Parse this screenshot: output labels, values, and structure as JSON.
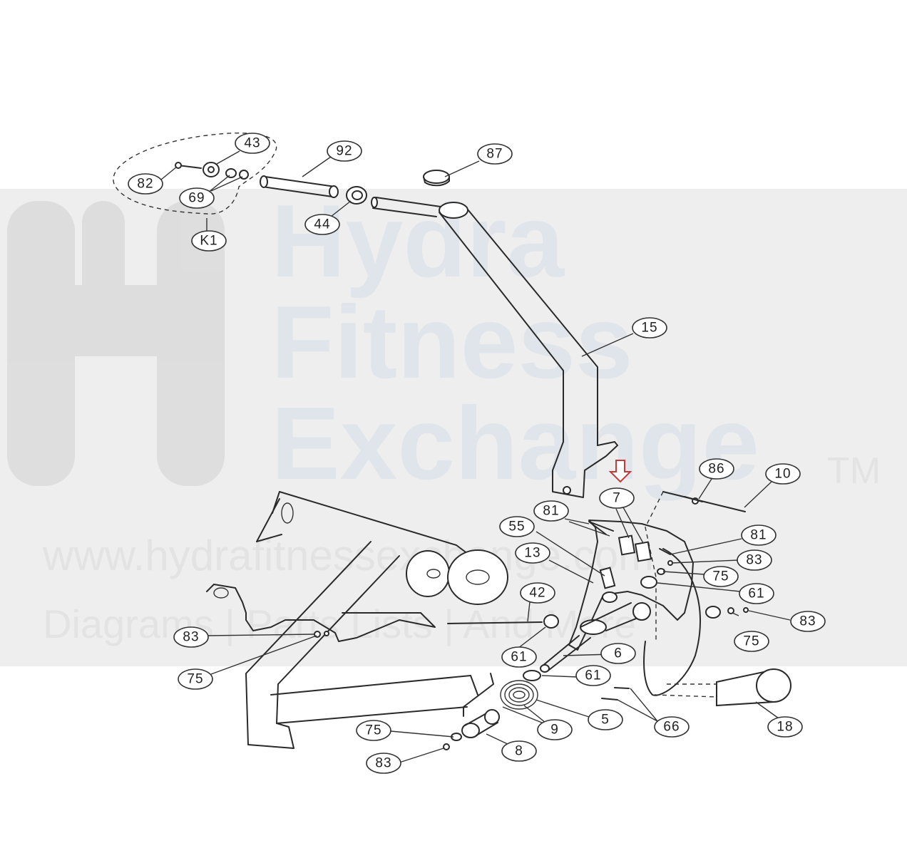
{
  "watermark": {
    "line1": "Hydra",
    "line2": "Fitness",
    "line3": "Exchange",
    "trademark": "TM",
    "url": "www.hydrafitnessexchange.com",
    "tagline": "Diagrams | Parts Lists | And More"
  },
  "highlighted_part": "7",
  "callouts": [
    {
      "label": "43"
    },
    {
      "label": "92"
    },
    {
      "label": "87"
    },
    {
      "label": "82"
    },
    {
      "label": "69"
    },
    {
      "label": "44"
    },
    {
      "label": "K1"
    },
    {
      "label": "15"
    },
    {
      "label": "86"
    },
    {
      "label": "10"
    },
    {
      "label": "7"
    },
    {
      "label": "81"
    },
    {
      "label": "55"
    },
    {
      "label": "81"
    },
    {
      "label": "83"
    },
    {
      "label": "13"
    },
    {
      "label": "75"
    },
    {
      "label": "61"
    },
    {
      "label": "42"
    },
    {
      "label": "83"
    },
    {
      "label": "75"
    },
    {
      "label": "83"
    },
    {
      "label": "61"
    },
    {
      "label": "6"
    },
    {
      "label": "75"
    },
    {
      "label": "61"
    },
    {
      "label": "5"
    },
    {
      "label": "66"
    },
    {
      "label": "18"
    },
    {
      "label": "9"
    },
    {
      "label": "75"
    },
    {
      "label": "8"
    },
    {
      "label": "83"
    }
  ],
  "colors": {
    "line": "#2a2a2a",
    "highlight_arrow": "#c23b3b",
    "watermark_text": "#dfe5ea",
    "watermark_band": "#ececec"
  }
}
